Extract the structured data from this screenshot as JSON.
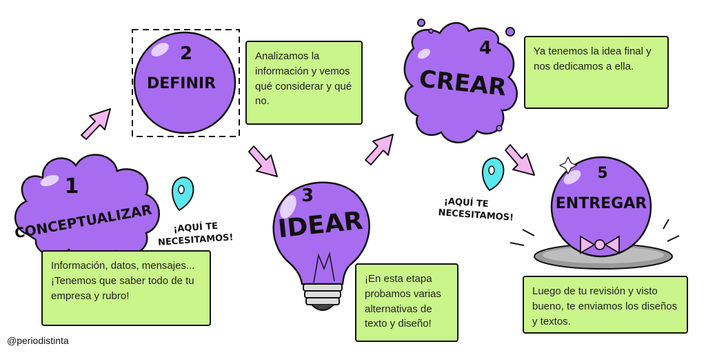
{
  "steps": [
    {
      "number": "1",
      "title": "CONCEPTUALIZAR",
      "text": "Información, datos, mensajes... ¡Tenemos que saber todo de tu empresa y rubro!"
    },
    {
      "number": "2",
      "title": "DEFINIR",
      "text": "Analizamos la información y vemos qué considerar y qué no."
    },
    {
      "number": "3",
      "title": "IDEAR",
      "text": "¡En esta etapa probamos varias alternativas de texto y diseño!"
    },
    {
      "number": "4",
      "title": "CREAR",
      "text": "Ya tenemos la idea final y nos dedicamos a ella."
    },
    {
      "number": "5",
      "title": "ENTREGAR",
      "text": "Luego de tu revisión y visto bueno, te enviamos los diseños y textos."
    }
  ],
  "callouts": [
    {
      "line1": "¡AQUÍ TE",
      "line2": "NECESITAMOS!"
    },
    {
      "line1": "¡AQUÍ TE",
      "line2": "NECESITAMOS!"
    }
  ],
  "credit": "@periodistinta",
  "colors": {
    "purple": "#a86cf0",
    "pink": "#f3b7f0",
    "green": "#c9f58a",
    "pin": "#5ce6ee"
  }
}
